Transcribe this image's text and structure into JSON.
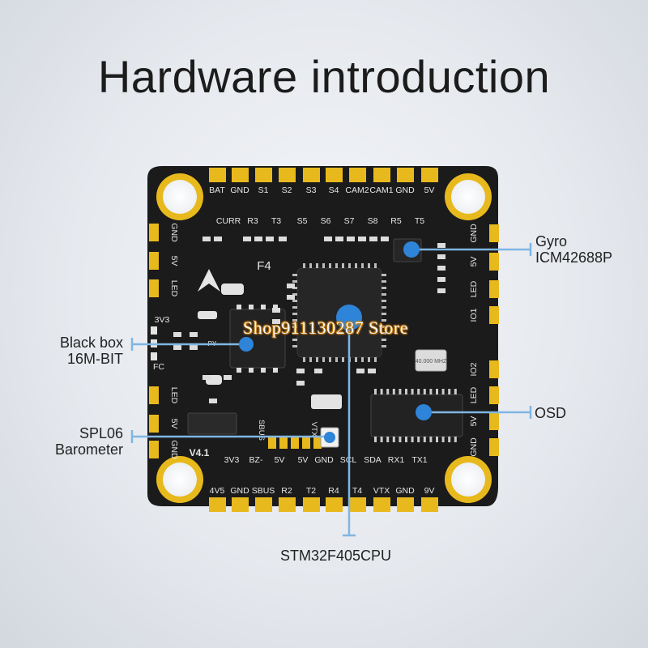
{
  "title": "Hardware introduction",
  "board": {
    "version": "V4.1",
    "model": "F4",
    "top_row1": [
      "BAT",
      "GND",
      "S1",
      "S2",
      "S3",
      "S4",
      "CAM2",
      "CAM1",
      "GND",
      "5V"
    ],
    "top_row2": [
      "CURR",
      "R3",
      "T3",
      "S5",
      "S6",
      "S7",
      "S8",
      "R5",
      "T5"
    ],
    "left_upper": [
      "GND",
      "5V",
      "LED"
    ],
    "left_mid": [
      "3V3",
      "FC"
    ],
    "left_lower": [
      "LED",
      "5V",
      "GND"
    ],
    "right_upper": [
      "GND",
      "5V",
      "LED",
      "IO1"
    ],
    "right_lower": [
      "IO2",
      "LED",
      "5V",
      "GND"
    ],
    "bottom_row1": [
      "3V3",
      "BZ-",
      "5V",
      "5V",
      "GND",
      "SCL",
      "SDA",
      "RX1",
      "TX1"
    ],
    "bottom_row2": [
      "4V5",
      "GND",
      "SBUS",
      "R2",
      "T2",
      "R4",
      "T4",
      "VTX",
      "GND",
      "9V"
    ],
    "small_labels": [
      "SBUS",
      "VTX"
    ],
    "crystal": "40.000 MHZ",
    "chip_text": "PY"
  },
  "callouts": {
    "gyro": [
      "Gyro",
      "ICM42688P"
    ],
    "blackbox": [
      "Black box",
      "16M-BIT"
    ],
    "osd": [
      "OSD"
    ],
    "barometer": [
      "SPL06",
      "Barometer"
    ],
    "cpu": [
      "STM32F405CPU"
    ]
  },
  "watermark": "Shop911130287 Store",
  "colors": {
    "pcb": "#1b1b1b",
    "pad": "#e8b91c",
    "callout": "#7fb6e3",
    "dot": "#2e84d8",
    "silk": "#e6e6e6"
  }
}
